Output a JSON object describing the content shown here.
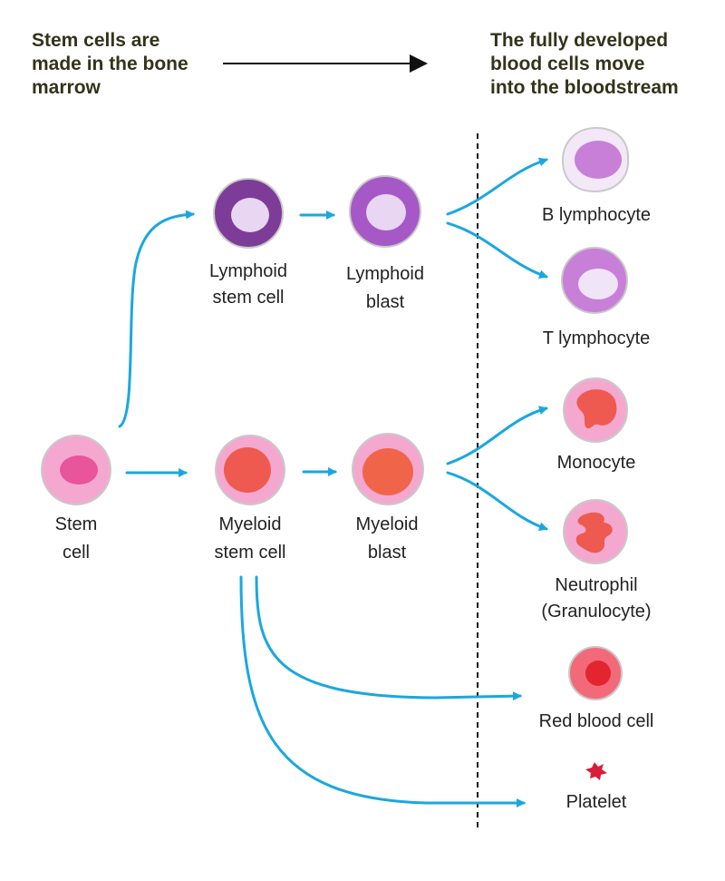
{
  "header": {
    "left_lines": [
      "Stem cells are",
      "made in the bone",
      "marrow"
    ],
    "right_lines": [
      "The fully developed",
      "blood cells move",
      "into the bloodstream"
    ]
  },
  "cells": {
    "stem": {
      "lines": [
        "Stem",
        "cell"
      ]
    },
    "lymphoid_stem": {
      "lines": [
        "Lymphoid",
        "stem cell"
      ]
    },
    "lymphoid_blast": {
      "lines": [
        "Lymphoid",
        "blast"
      ]
    },
    "myeloid_stem": {
      "lines": [
        "Myeloid",
        "stem cell"
      ]
    },
    "myeloid_blast": {
      "lines": [
        "Myeloid",
        "blast"
      ]
    },
    "b_lymphocyte": {
      "label": "B lymphocyte"
    },
    "t_lymphocyte": {
      "label": "T lymphocyte"
    },
    "monocyte": {
      "label": "Monocyte"
    },
    "neutrophil": {
      "lines": [
        "Neutrophil",
        "(Granulocyte)"
      ]
    },
    "red_blood_cell": {
      "label": "Red blood cell"
    },
    "platelet": {
      "label": "Platelet"
    }
  },
  "colors": {
    "arrow": "#1aa7e0",
    "header_text": "#33331a",
    "lymphoid_purple_dark": "#7d3c98",
    "lymphoid_purple": "#a659c6",
    "lymphocyte_light": "#e8d6f3",
    "stem_pink": "#f5a8cf",
    "stem_nucleus": "#e8559a",
    "myeloid_nucleus": "#ee5a4f",
    "red_cell": "#f26a7a",
    "platelet": "#d81e38"
  }
}
